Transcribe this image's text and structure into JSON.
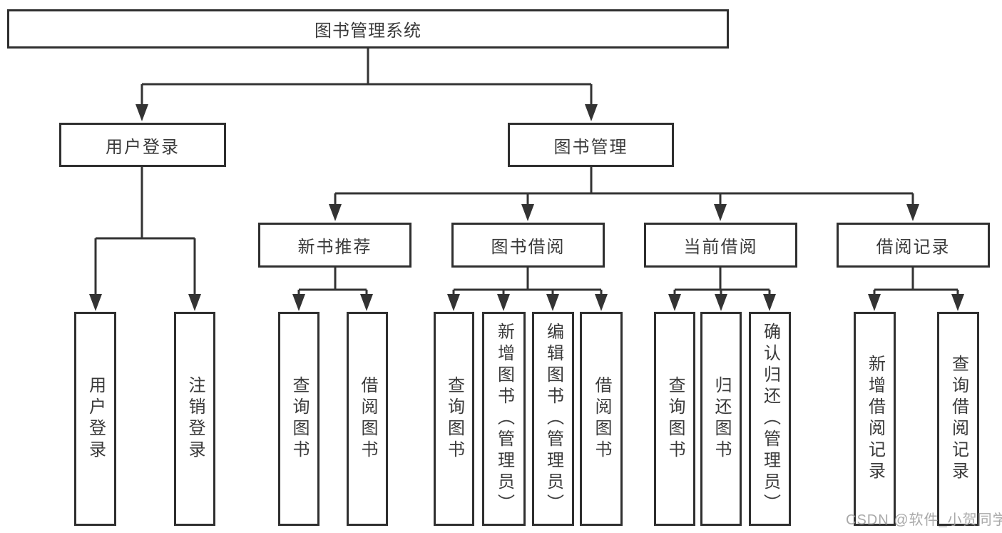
{
  "diagram": {
    "root": "图书管理系统",
    "login": {
      "label": "用户登录",
      "children": [
        "用户登录",
        "注销登录"
      ]
    },
    "management": {
      "label": "图书管理",
      "groups": {
        "new_book_recommend": {
          "label": "新书推荐",
          "children": [
            "查询图书",
            "借阅图书"
          ]
        },
        "book_borrow": {
          "label": "图书借阅",
          "children": [
            "查询图书",
            "新增图书（管理员）",
            "编辑图书（管理员）",
            "借阅图书"
          ]
        },
        "current_borrow": {
          "label": "当前借阅",
          "children": [
            "查询图书",
            "归还图书",
            "确认归还（管理员）"
          ]
        },
        "borrow_records": {
          "label": "借阅记录",
          "children": [
            "新增借阅记录",
            "查询借阅记录"
          ]
        }
      }
    }
  },
  "watermark": "CSDN @软件_小贺同学",
  "colors": {
    "line": "#333333",
    "box_border": "#2f2f2f",
    "box_fill": "#ffffff",
    "text": "#3a3a3a",
    "watermark": "#a0a0a0"
  }
}
